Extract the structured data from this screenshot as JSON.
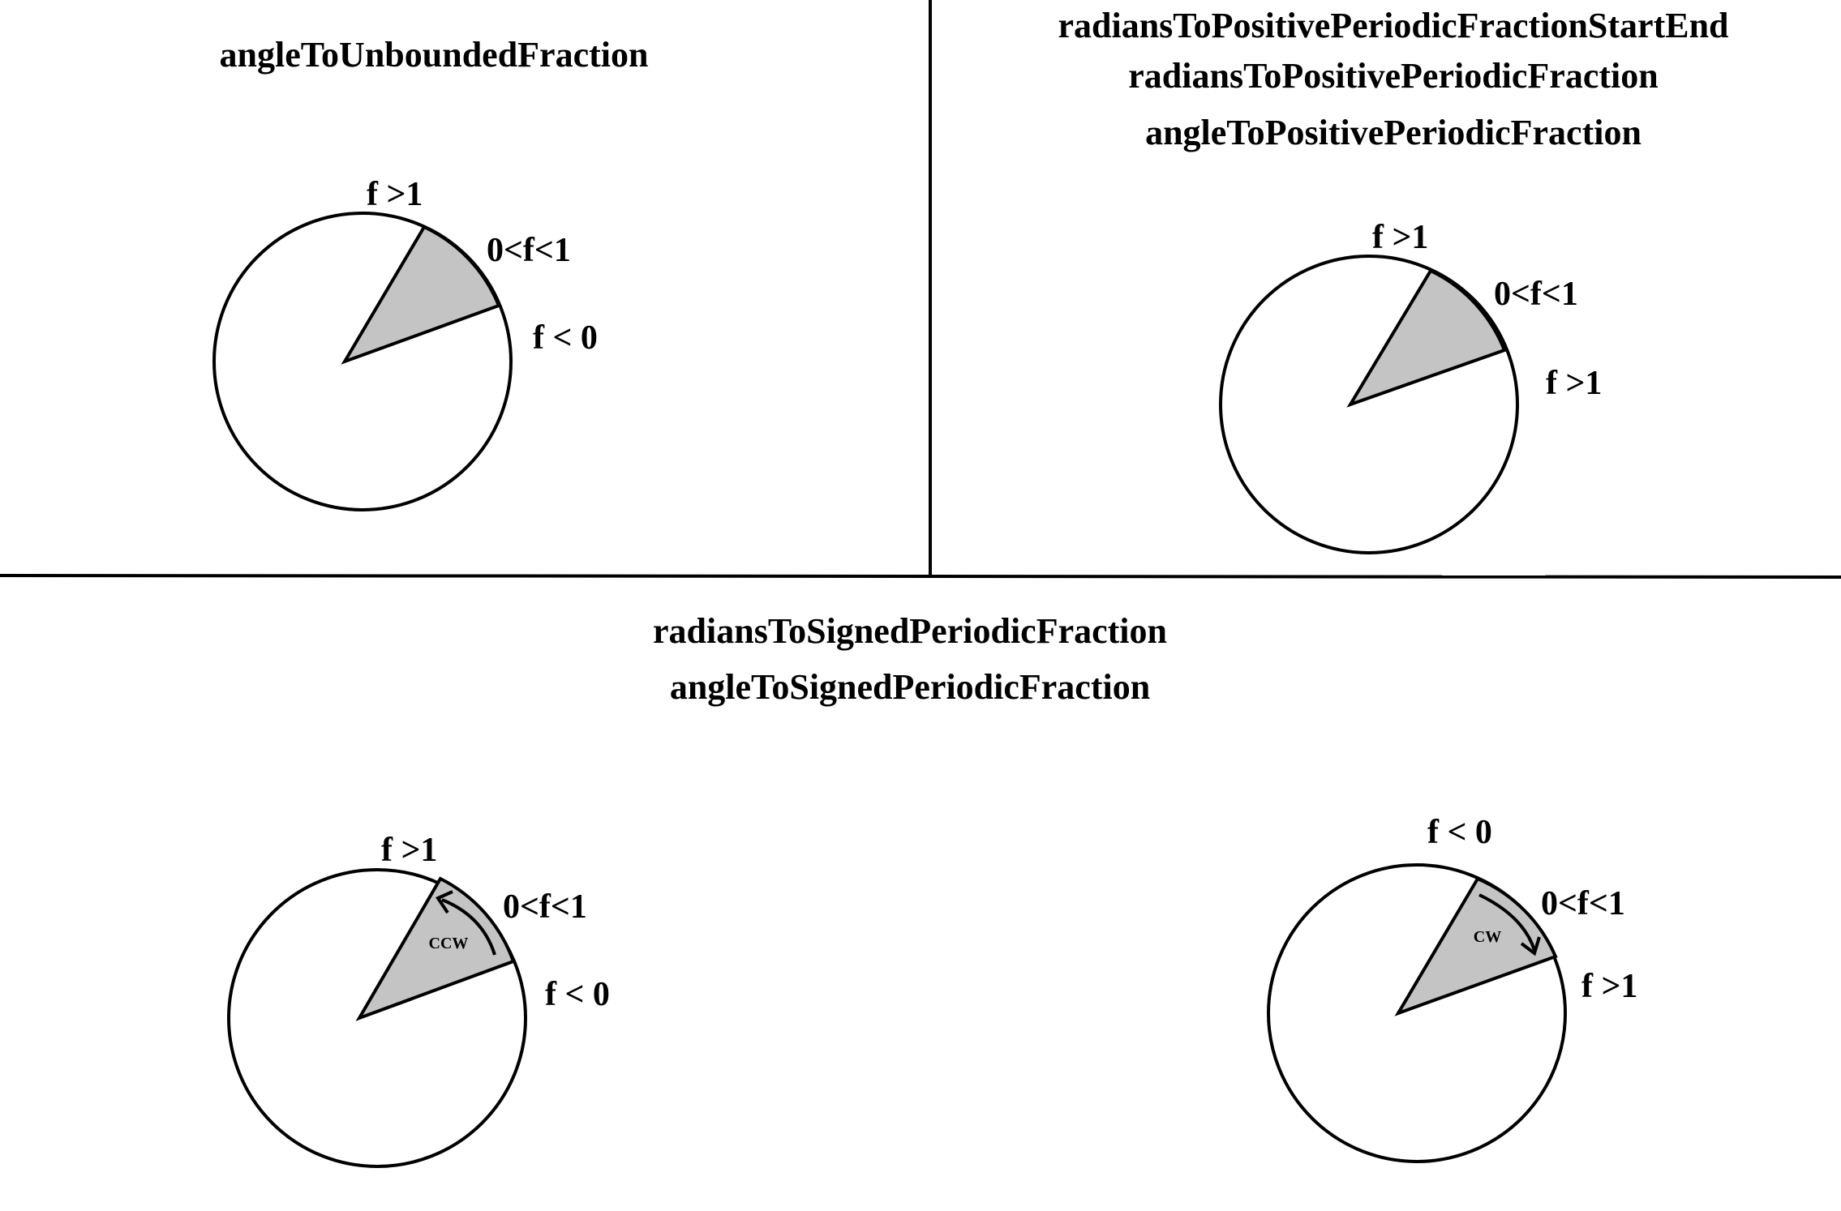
{
  "panels": {
    "top_left": {
      "titles": [
        "angleToUnboundedFraction"
      ],
      "labels": {
        "upper": "f >1",
        "wedge": "0<f<1",
        "lower": "f < 0"
      }
    },
    "top_right": {
      "titles": [
        "radiansToPositivePeriodicFractionStartEnd",
        "radiansToPositivePeriodicFraction",
        "angleToPositivePeriodicFraction"
      ],
      "labels": {
        "upper": "f >1",
        "wedge": "0<f<1",
        "lower": "f >1"
      }
    },
    "bottom": {
      "titles": [
        "radiansToSignedPeriodicFraction",
        "angleToSignedPeriodicFraction"
      ],
      "left_circle": {
        "labels": {
          "upper": "f >1",
          "wedge": "0<f<1",
          "lower": "f < 0"
        },
        "direction": "CCW"
      },
      "right_circle": {
        "labels": {
          "upper": "f < 0",
          "wedge": "0<f<1",
          "lower": "f >1"
        },
        "direction": "CW"
      }
    }
  },
  "colors": {
    "wedge_fill": "#c4c4c4",
    "stroke": "#000000",
    "background": "#ffffff"
  }
}
